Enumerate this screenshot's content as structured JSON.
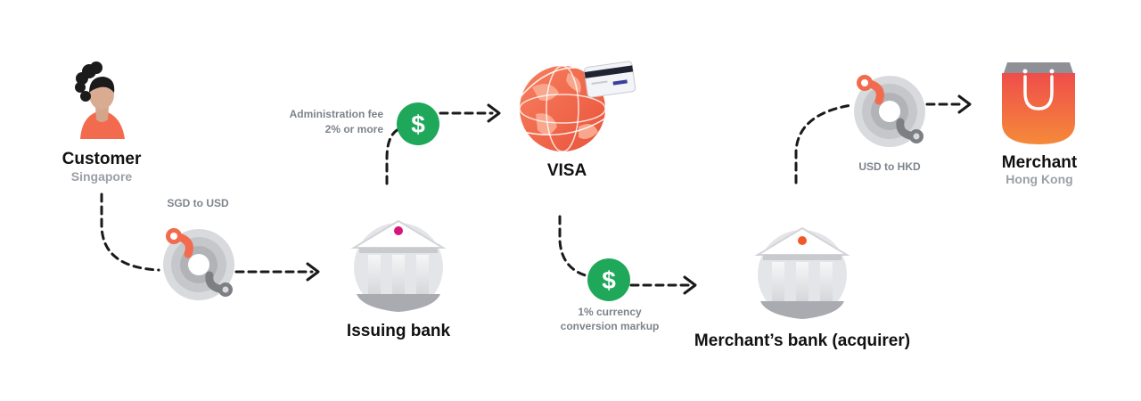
{
  "nodes": {
    "customer": {
      "title": "Customer",
      "subtitle": "Singapore"
    },
    "issuing_bank": {
      "title": "Issuing bank"
    },
    "visa": {
      "title": "VISA"
    },
    "merchant_bank": {
      "title": "Merchant’s bank (acquirer)"
    },
    "merchant": {
      "title": "Merchant",
      "subtitle": "Hong Kong"
    }
  },
  "steps": {
    "sgd_to_usd": {
      "label": "SGD to USD"
    },
    "admin_fee": {
      "line1": "Administration fee",
      "line2": "2% or more"
    },
    "currency_markup": {
      "line1": "1% currency",
      "line2": "conversion markup"
    },
    "usd_to_hkd": {
      "label": "USD to HKD"
    }
  },
  "colors": {
    "accent_orange": "#f26b4f",
    "fee_green": "#1fa85a",
    "bank_dot_magenta": "#d6157a",
    "bank_dot_orange": "#f05a28",
    "dashed_line": "#1a1a1a",
    "subtle_gray": "#9aa0a8"
  },
  "icons": {
    "customer": "person-icon",
    "conversion": "currency-conversion-dial-icon",
    "bank": "bank-building-icon",
    "visa": "globe-card-icon",
    "fee": "dollar-coin-icon",
    "merchant": "shopping-bag-icon"
  }
}
